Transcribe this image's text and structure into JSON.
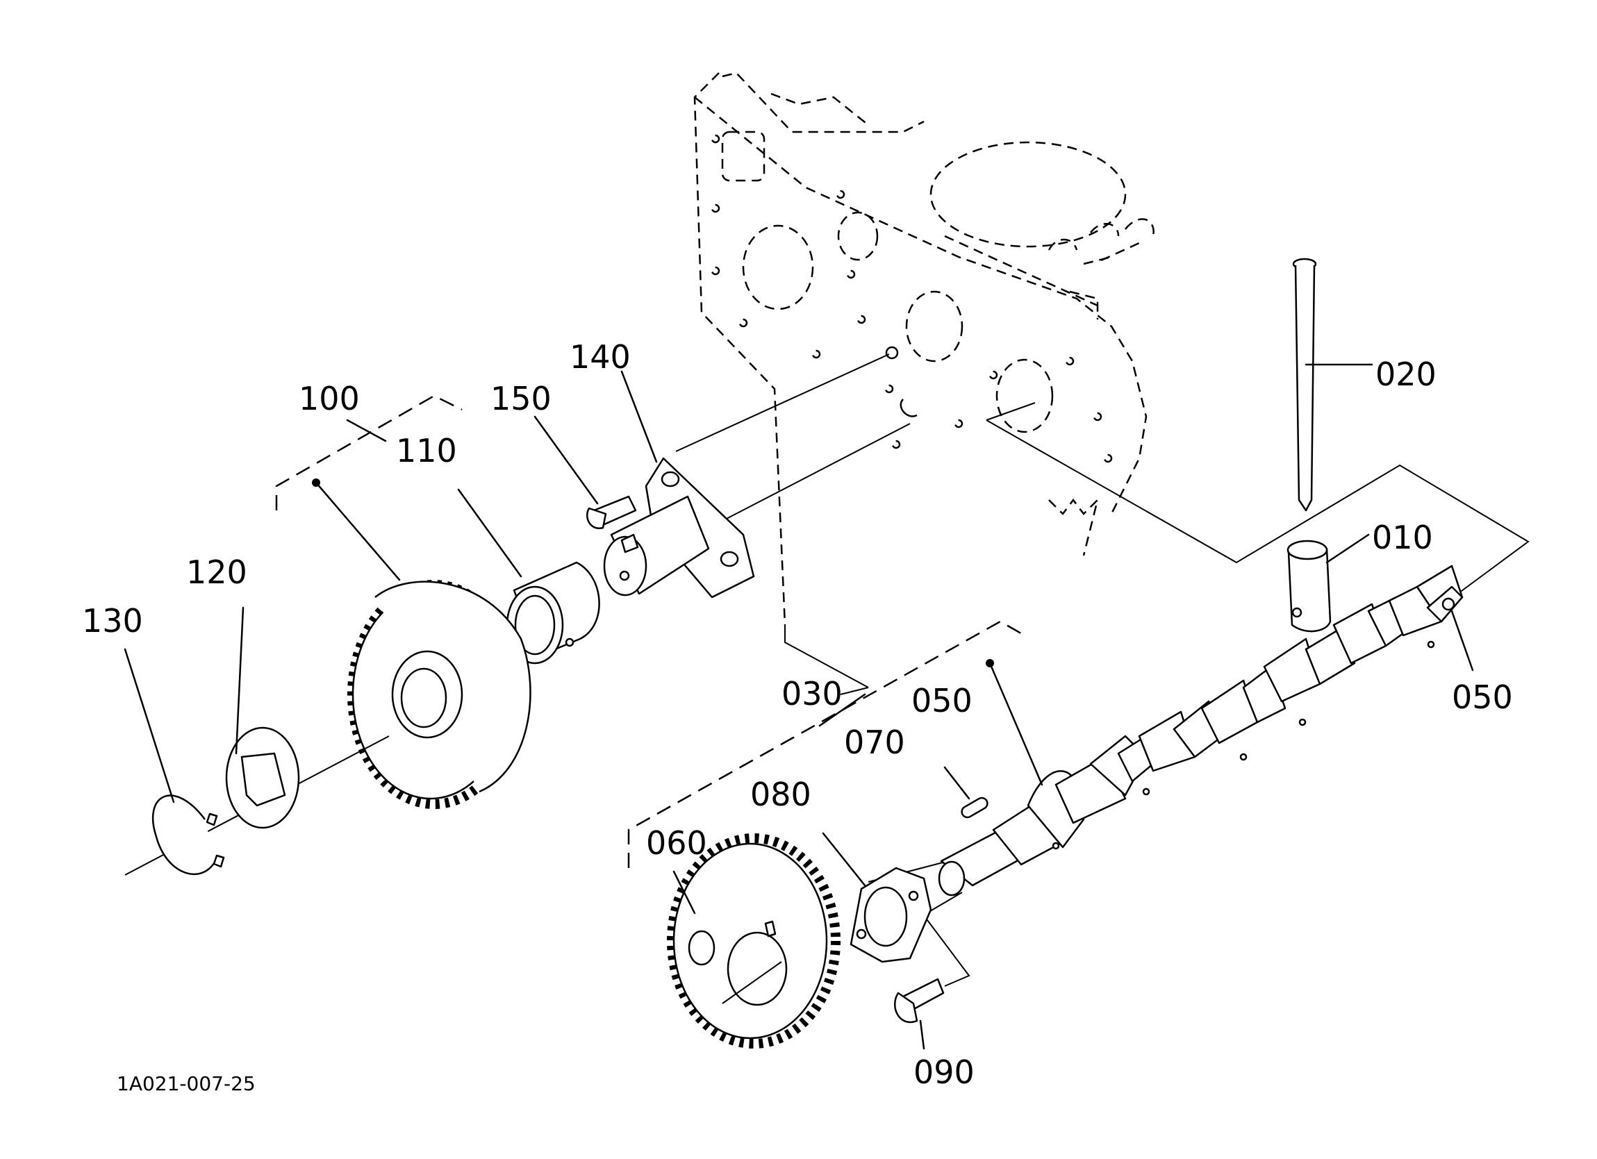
{
  "diagram": {
    "drawing_code": "1A021-007-25",
    "callouts": [
      {
        "id": "c020",
        "text": "020"
      },
      {
        "id": "c010",
        "text": "010"
      },
      {
        "id": "c050a",
        "text": "050"
      },
      {
        "id": "c050b",
        "text": "050"
      },
      {
        "id": "c030",
        "text": "030"
      },
      {
        "id": "c070",
        "text": "070"
      },
      {
        "id": "c080",
        "text": "080"
      },
      {
        "id": "c060",
        "text": "060"
      },
      {
        "id": "c090",
        "text": "090"
      },
      {
        "id": "c100",
        "text": "100"
      },
      {
        "id": "c110",
        "text": "110"
      },
      {
        "id": "c120",
        "text": "120"
      },
      {
        "id": "c130",
        "text": "130"
      },
      {
        "id": "c140",
        "text": "140"
      },
      {
        "id": "c150",
        "text": "150"
      }
    ]
  }
}
